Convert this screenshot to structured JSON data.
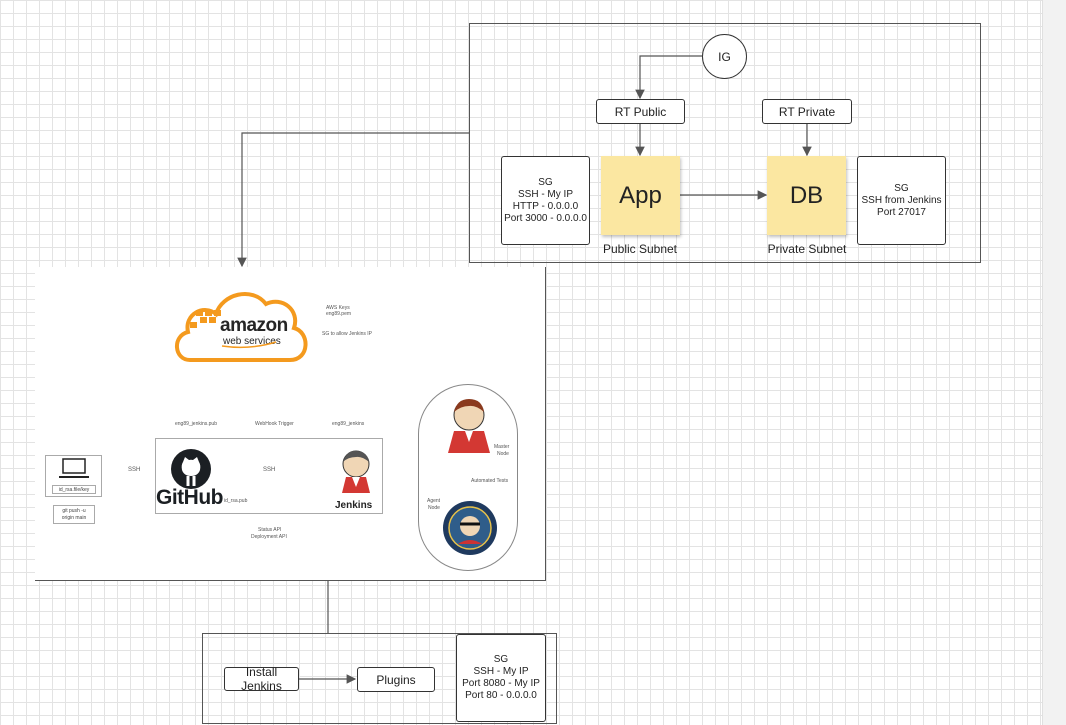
{
  "vpc": {
    "ig_label": "IG",
    "rt_public": "RT Public",
    "rt_private": "RT Private",
    "app_label": "App",
    "db_label": "DB",
    "public_subnet": "Public Subnet",
    "private_subnet": "Private Subnet",
    "sg_app": [
      "SG",
      "SSH - My IP",
      "HTTP - 0.0.0.0",
      "Port 3000 - 0.0.0.0"
    ],
    "sg_db": [
      "SG",
      "SSH from Jenkins",
      "Port 27017"
    ]
  },
  "pipeline": {
    "aws_text": "amazon",
    "aws_subtext": "web services",
    "aws_keys": "AWS Keys",
    "aws_pem": "eng89.pem",
    "sg_allow": "SG to allow Jenkins IP",
    "key_pub_label": "eng89_jenkins.pub",
    "webhook_label": "WebHook Trigger",
    "key_priv_label": "eng89_jenkins",
    "ssh_left": "SSH",
    "ssh_mid": "SSH",
    "laptop_key": "id_rsa.file/key",
    "git_push": "git push -u",
    "git_push2": "origin main",
    "github_label": "GitHub",
    "github_key": "id_rsa.pub",
    "jenkins_label": "Jenkins",
    "status_api": "Status API",
    "deploy_api": "Deployment API",
    "master_node": "Master",
    "master_node2": "Node",
    "automated_tests": "Automated Tests",
    "agent_node": "Agent",
    "agent_node2": "Node"
  },
  "install": {
    "install_jenkins": "Install Jenkins",
    "plugins": "Plugins",
    "sg_jenkins": [
      "SG",
      "SSH - My IP",
      "Port 8080 - My IP",
      "Port 80 - 0.0.0.0"
    ]
  },
  "colors": {
    "aws_orange": "#f49a1e",
    "sticky_yellow": "#fbe7a1",
    "github_black": "#1b1f23"
  }
}
